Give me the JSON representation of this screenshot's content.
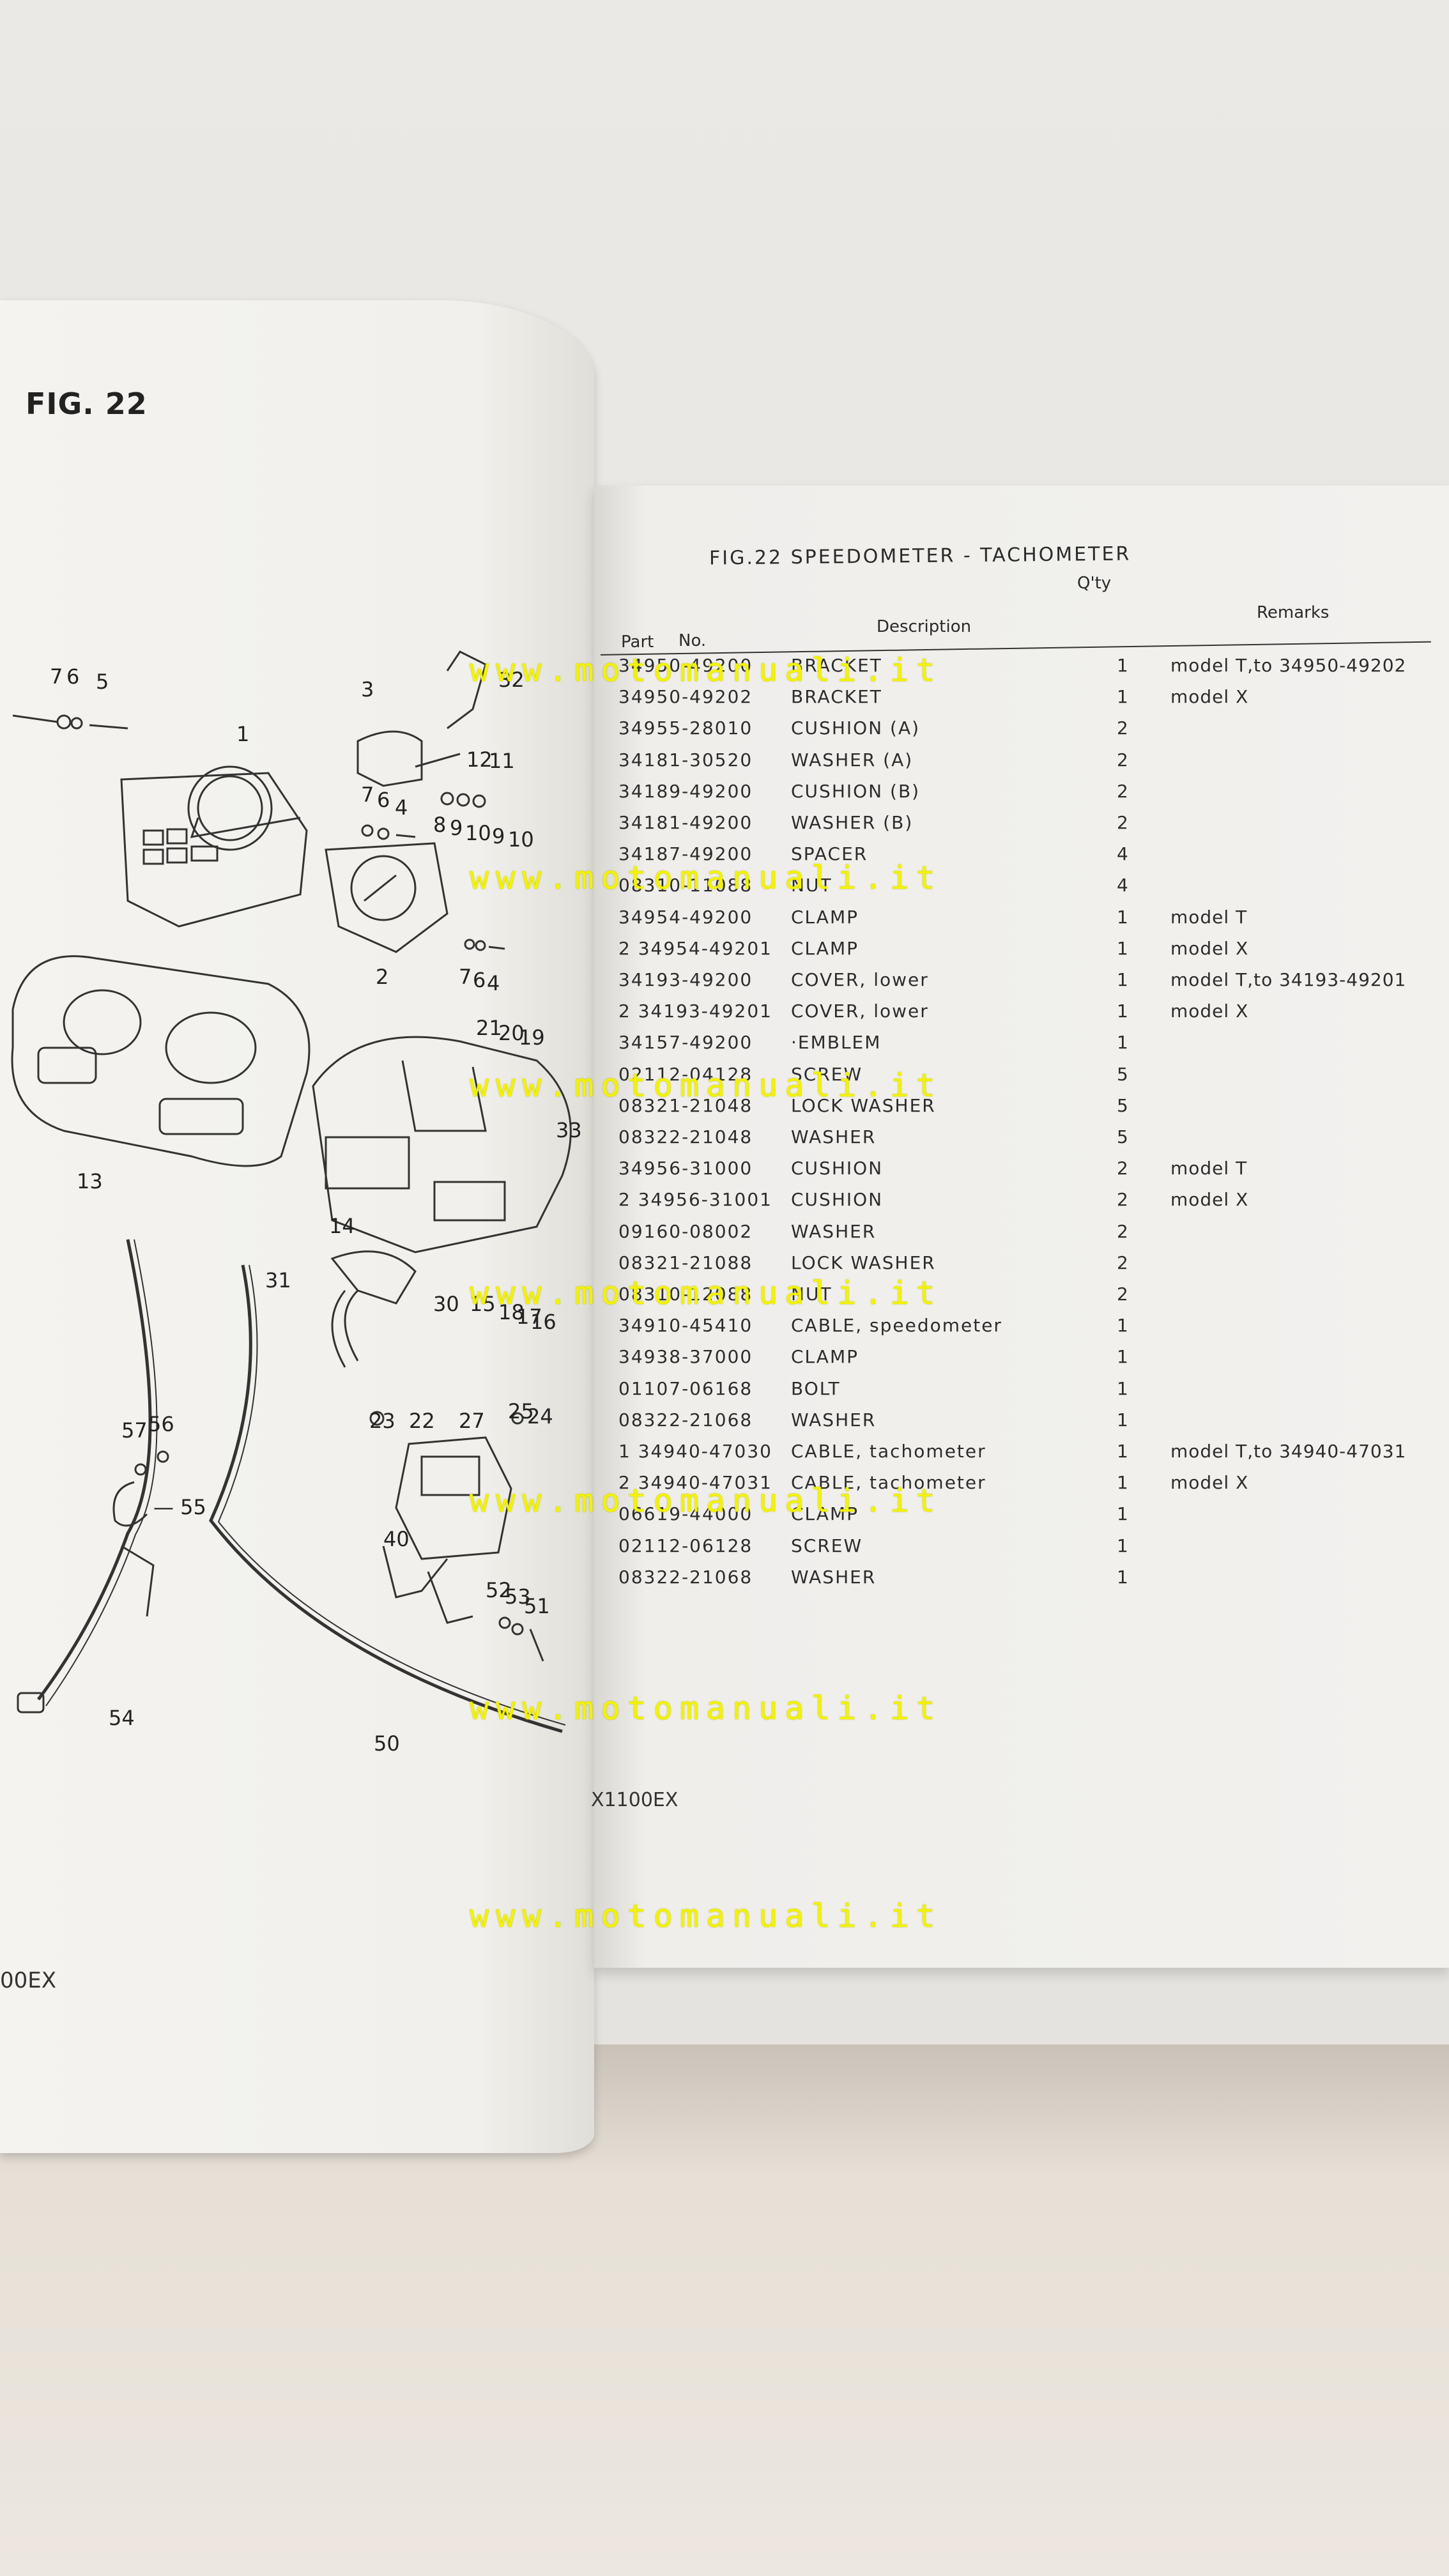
{
  "left_page": {
    "fig_label": "FIG. 22",
    "footer": "00EX",
    "callouts": [
      "1",
      "2",
      "3",
      "4",
      "5",
      "6",
      "7",
      "8",
      "9",
      "10",
      "11",
      "12",
      "13",
      "14",
      "15",
      "16",
      "17",
      "18",
      "19",
      "20",
      "21",
      "22",
      "23",
      "24",
      "25",
      "27",
      "30",
      "31",
      "32",
      "33",
      "40",
      "50",
      "51",
      "52",
      "53",
      "54",
      "55",
      "56",
      "57"
    ]
  },
  "right_page": {
    "title": "FIG.22  SPEEDOMETER - TACHOMETER",
    "headers": {
      "part": "Part",
      "no": "No.",
      "description": "Description",
      "qty": "Q'ty",
      "remarks": "Remarks"
    },
    "rows": [
      {
        "ref": "",
        "part_no": "34950-49200",
        "description": "BRACKET",
        "qty": "1",
        "remarks": "model T,to 34950-49202"
      },
      {
        "ref": "",
        "part_no": "34950-49202",
        "description": "BRACKET",
        "qty": "1",
        "remarks": "model X"
      },
      {
        "ref": "",
        "part_no": "34955-28010",
        "description": "CUSHION (A)",
        "qty": "2",
        "remarks": ""
      },
      {
        "ref": "",
        "part_no": "34181-30520",
        "description": "WASHER (A)",
        "qty": "2",
        "remarks": ""
      },
      {
        "ref": "",
        "part_no": "34189-49200",
        "description": "CUSHION (B)",
        "qty": "2",
        "remarks": ""
      },
      {
        "ref": "",
        "part_no": "34181-49200",
        "description": "WASHER (B)",
        "qty": "2",
        "remarks": ""
      },
      {
        "ref": "",
        "part_no": "34187-49200",
        "description": "SPACER",
        "qty": "4",
        "remarks": ""
      },
      {
        "ref": "",
        "part_no": "08310-11088",
        "description": "NUT",
        "qty": "4",
        "remarks": ""
      },
      {
        "ref": "",
        "part_no": "34954-49200",
        "description": "CLAMP",
        "qty": "1",
        "remarks": "model T"
      },
      {
        "ref": "2",
        "part_no": "34954-49201",
        "description": "CLAMP",
        "qty": "1",
        "remarks": "model X"
      },
      {
        "ref": "",
        "part_no": "34193-49200",
        "description": "COVER, lower",
        "qty": "1",
        "remarks": "model T,to 34193-49201"
      },
      {
        "ref": "2",
        "part_no": "34193-49201",
        "description": "COVER, lower",
        "qty": "1",
        "remarks": "model X"
      },
      {
        "ref": "",
        "part_no": "34157-49200",
        "description": "·EMBLEM",
        "qty": "1",
        "remarks": ""
      },
      {
        "ref": "",
        "part_no": "02112-04128",
        "description": "SCREW",
        "qty": "5",
        "remarks": ""
      },
      {
        "ref": "",
        "part_no": "08321-21048",
        "description": "LOCK WASHER",
        "qty": "5",
        "remarks": ""
      },
      {
        "ref": "",
        "part_no": "08322-21048",
        "description": "WASHER",
        "qty": "5",
        "remarks": ""
      },
      {
        "ref": "",
        "part_no": "34956-31000",
        "description": "CUSHION",
        "qty": "2",
        "remarks": "model T"
      },
      {
        "ref": "2",
        "part_no": "34956-31001",
        "description": "CUSHION",
        "qty": "2",
        "remarks": "model X"
      },
      {
        "ref": "",
        "part_no": "09160-08002",
        "description": "WASHER",
        "qty": "2",
        "remarks": ""
      },
      {
        "ref": "",
        "part_no": "08321-21088",
        "description": "LOCK WASHER",
        "qty": "2",
        "remarks": ""
      },
      {
        "ref": "",
        "part_no": "08310-12088",
        "description": "NUT",
        "qty": "2",
        "remarks": ""
      },
      {
        "ref": "",
        "part_no": "34910-45410",
        "description": "CABLE, speedometer",
        "qty": "1",
        "remarks": ""
      },
      {
        "ref": "",
        "part_no": "34938-37000",
        "description": "CLAMP",
        "qty": "1",
        "remarks": ""
      },
      {
        "ref": "",
        "part_no": "01107-06168",
        "description": "BOLT",
        "qty": "1",
        "remarks": ""
      },
      {
        "ref": "",
        "part_no": "08322-21068",
        "description": "WASHER",
        "qty": "1",
        "remarks": ""
      },
      {
        "ref": "1",
        "part_no": "34940-47030",
        "description": "CABLE, tachometer",
        "qty": "1",
        "remarks": "model T,to 34940-47031"
      },
      {
        "ref": "2",
        "part_no": "34940-47031",
        "description": "CABLE, tachometer",
        "qty": "1",
        "remarks": "model X"
      },
      {
        "ref": "",
        "part_no": "06619-44000",
        "description": "CLAMP",
        "qty": "1",
        "remarks": ""
      },
      {
        "ref": "",
        "part_no": "02112-06128",
        "description": "SCREW",
        "qty": "1",
        "remarks": ""
      },
      {
        "ref": "",
        "part_no": "08322-21068",
        "description": "WASHER",
        "qty": "1",
        "remarks": ""
      }
    ],
    "footer": "X1100EX"
  },
  "watermark": "www.motomanuali.it"
}
